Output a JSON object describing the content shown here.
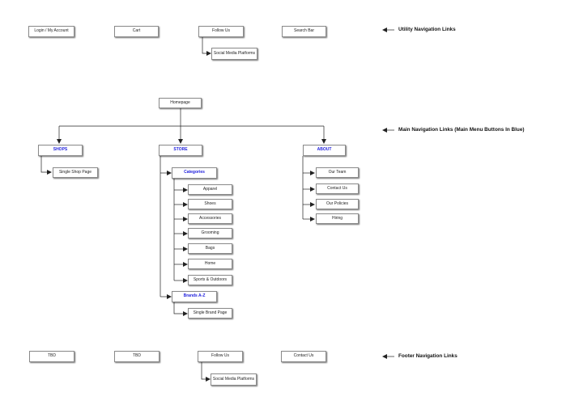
{
  "colors": {
    "menu_button_text": "#2222dd",
    "line": "#222222",
    "box_border": "#8a8a8a"
  },
  "utility": {
    "login": "Login / My Account",
    "cart": "Cart",
    "follow": "Follow Us",
    "social": "Social Media Platforms",
    "search": "Search Bar",
    "label": "Utility Navigation Links"
  },
  "main": {
    "homepage": "Homepage",
    "label": "Main Navigation Links (Main Menu Buttons In Blue)",
    "shops": {
      "title": "SHOPS",
      "children": [
        "Single Shop Page"
      ]
    },
    "store": {
      "title": "STORE",
      "categories": {
        "title": "Categories",
        "items": [
          "Apparel",
          "Shoes",
          "Accessories",
          "Grooming",
          "Bags",
          "Home",
          "Sports & Outdoors"
        ]
      },
      "brands": {
        "title": "Brands A-Z",
        "items": [
          "Single Brand Page"
        ]
      }
    },
    "about": {
      "title": "ABOUT",
      "children": [
        "Our Team",
        "Contact Us",
        "Our Policies",
        "Hiring"
      ]
    }
  },
  "footer": {
    "tbd1": "TBD",
    "tbd2": "TBD",
    "follow": "Follow Us",
    "social": "Social Media Platforms",
    "contact": "Contact Us",
    "label": "Footer Navigation Links"
  }
}
